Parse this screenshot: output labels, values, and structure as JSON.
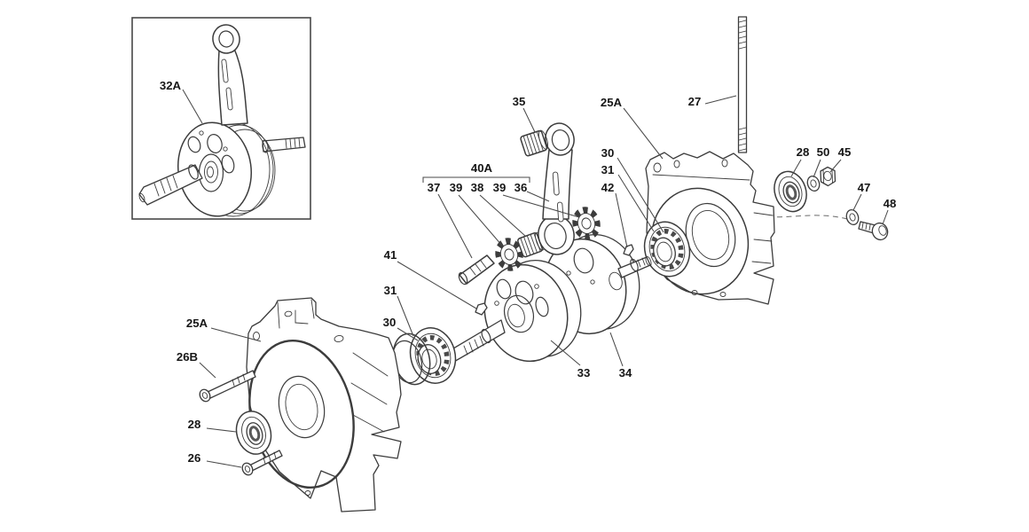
{
  "diagram": {
    "kind": "exploded-parts-diagram",
    "subject_hint": "engine crankcase and crankshaft assembly line drawing",
    "colors": {
      "background": "#ffffff",
      "line": "#3c3c3c",
      "label": "#161616"
    },
    "inset": {
      "label_key": "inset_32A"
    },
    "bracket": {
      "label_key": "group_40A",
      "spans_keys": [
        "pin_37",
        "washer_39_left",
        "bearing_38",
        "washer_39_right",
        "conrod_36"
      ]
    },
    "labels": {
      "inset_32A": "32A",
      "bearing_35": "35",
      "case_right_25A": "25A",
      "stud_27": "27",
      "group_40A": "40A",
      "pin_37": "37",
      "washer_39_left": "39",
      "bearing_38": "38",
      "washer_39_right": "39",
      "conrod_36": "36",
      "bearing_right_30": "30",
      "circlip_right_31": "31",
      "key_right_42": "42",
      "seal_right_28": "28",
      "washer_50": "50",
      "nut_45": "45",
      "washer_47": "47",
      "bolt_48": "48",
      "key_left_41": "41",
      "circlip_left_31": "31",
      "bearing_left_30": "30",
      "flywheel_left_33": "33",
      "flywheel_right_34": "34",
      "case_left_25A": "25A",
      "bolt_26B": "26B",
      "seal_left_28": "28",
      "bolt_26": "26"
    }
  }
}
